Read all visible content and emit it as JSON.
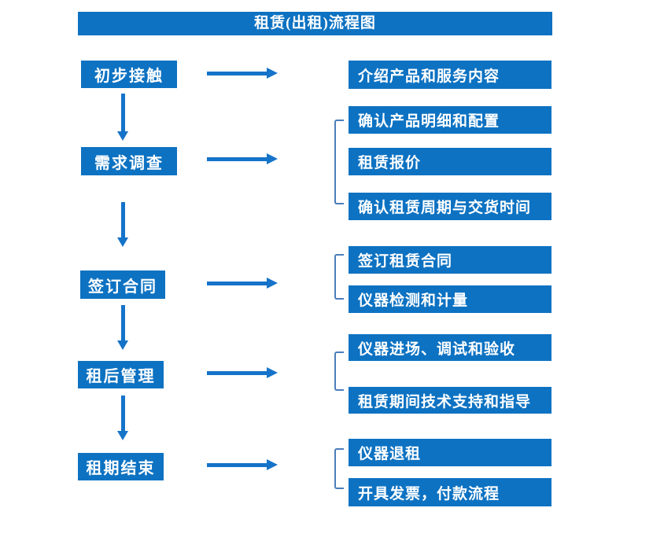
{
  "title": "租赁(出租)流程图",
  "colors": {
    "box_fill": "#0d72c2",
    "arrow": "#1573c9",
    "bracket": "#4a7ebb",
    "box_text": "#ffffff",
    "background": "#ffffff"
  },
  "left_steps": [
    {
      "label": "初步接触"
    },
    {
      "label": "需求调查"
    },
    {
      "label": "签订合同"
    },
    {
      "label": "租后管理"
    },
    {
      "label": "租期结束"
    }
  ],
  "right_groups": [
    {
      "items": [
        "介绍产品和服务内容"
      ]
    },
    {
      "items": [
        "确认产品明细和配置",
        "租赁报价",
        "确认租赁周期与交货时间"
      ]
    },
    {
      "items": [
        "签订租赁合同",
        "仪器检测和计量"
      ]
    },
    {
      "items": [
        "仪器进场、调试和验收",
        "租赁期间技术支持和指导"
      ]
    },
    {
      "items": [
        "仪器退租",
        "开具发票，付款流程"
      ]
    }
  ],
  "icons": {
    "right_arrow": "css-triangle-right",
    "down_arrow": "css-triangle-down",
    "group_bracket": "css-square-bracket-left"
  }
}
